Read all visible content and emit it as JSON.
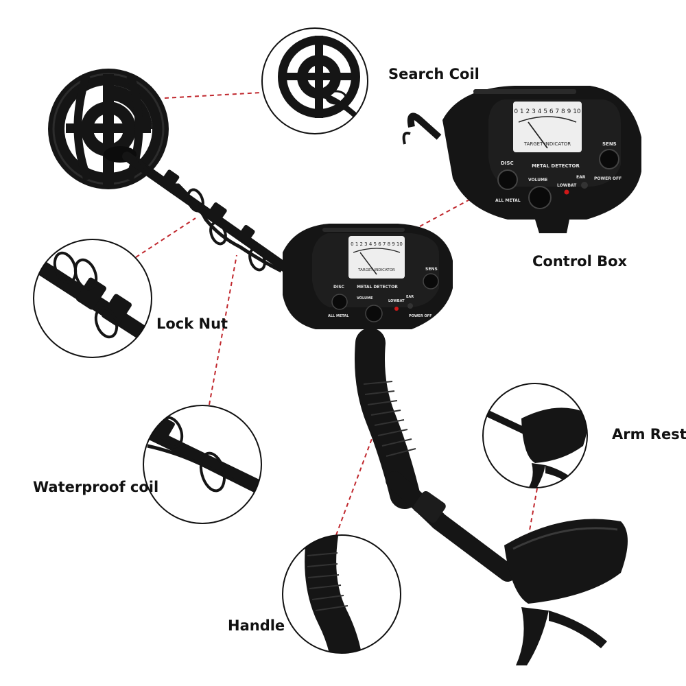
{
  "labels": {
    "search_coil": "Search Coil",
    "control_box": "Control Box",
    "lock_nut": "Lock Nut",
    "arm_rest": "Arm Rest",
    "waterproof_coil": "Waterproof coil",
    "handle": "Handle"
  },
  "panel": {
    "meter_scale": "0 1 2 3 4 5 6 7 8 9 10",
    "meter_caption": "TARGET INDICATOR",
    "title": "METAL DETECTOR",
    "disc": "DISC",
    "sens": "SENS",
    "all_metal": "ALL METAL",
    "volume": "VOLUME",
    "lowbat": "LOWBAT",
    "ear": "EAR",
    "power_off": "POWER OFF"
  },
  "colors": {
    "device": "#151515",
    "callout_line": "#c0272d",
    "circle_border": "#111111",
    "meter_face": "#eeeeee",
    "led": "#d01818"
  }
}
